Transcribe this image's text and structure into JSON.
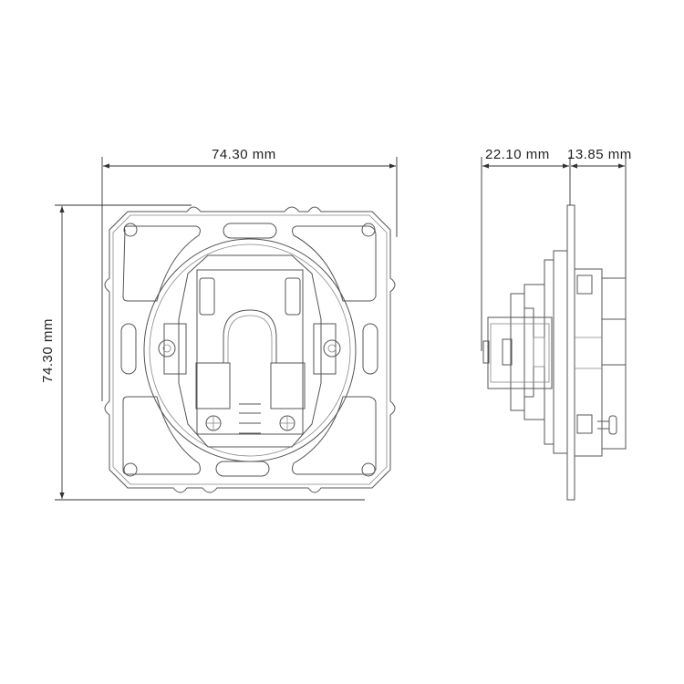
{
  "dimensions": {
    "front_width": "74.30 mm",
    "front_height": "74.30 mm",
    "side_rear_depth": "22.10 mm",
    "side_front_depth": "13.85 mm"
  },
  "colors": {
    "line": "#555555",
    "background": "#ffffff"
  }
}
